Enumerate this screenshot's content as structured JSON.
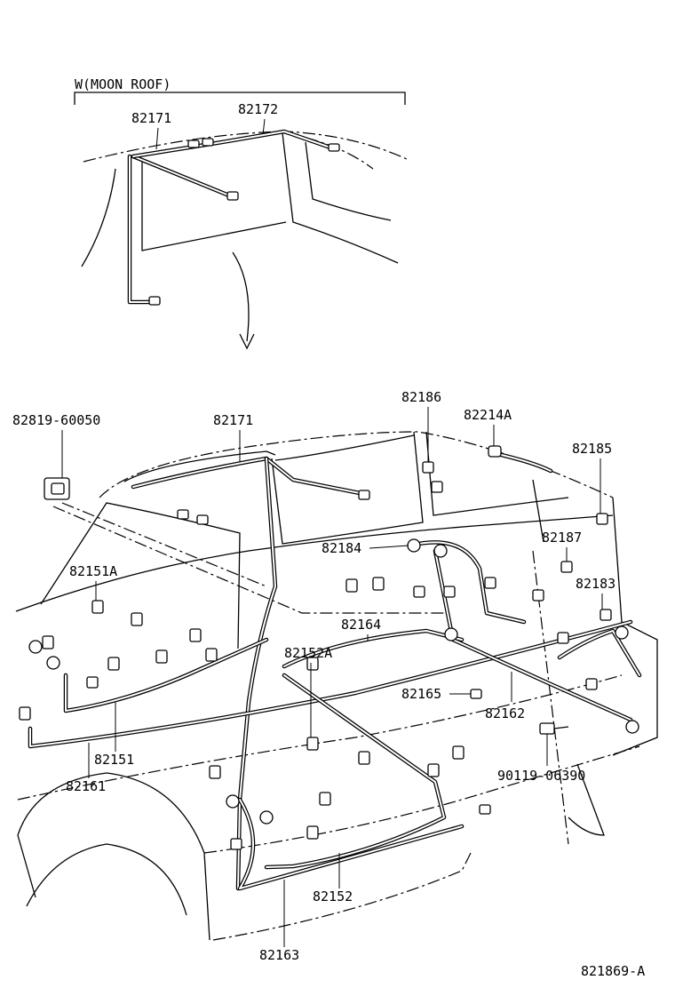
{
  "inset": {
    "title": "W(MOON ROOF)",
    "labels": [
      "82171",
      "82172"
    ]
  },
  "parts": {
    "p82819": "82819-60050",
    "p82171": "82171",
    "p82186": "82186",
    "p82214A": "82214A",
    "p82185": "82185",
    "p82184": "82184",
    "p82187": "82187",
    "p82151A": "82151A",
    "p82183": "82183",
    "p82164": "82164",
    "p82152A": "82152A",
    "p82165": "82165",
    "p82162": "82162",
    "p82151": "82151",
    "p82161": "82161",
    "p90119": "90119-06390",
    "p82152": "82152",
    "p82163": "82163"
  },
  "figure_code": "821869-A"
}
